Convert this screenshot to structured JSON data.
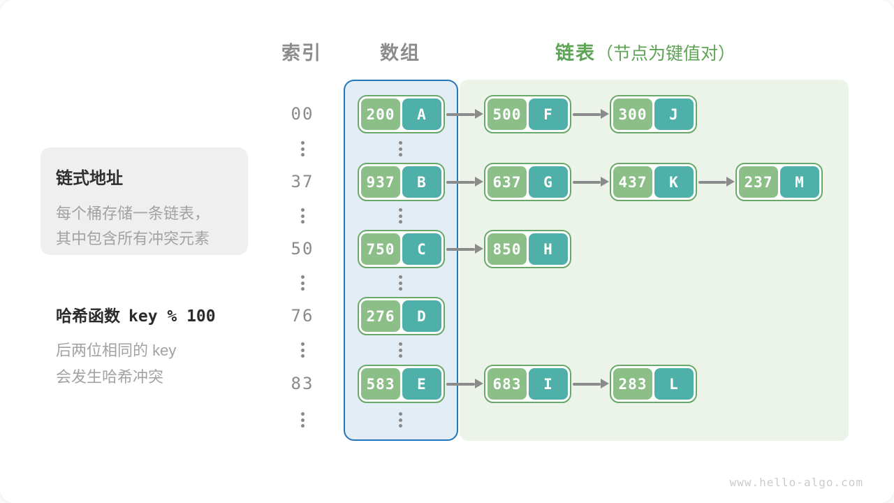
{
  "headers": {
    "index": "索引",
    "array": "数组",
    "list": "链表",
    "list_note": "（节点为键值对）"
  },
  "info_box": {
    "title": "链式地址",
    "lines": [
      "每个桶存储一条链表，",
      "其中包含所有冲突元素"
    ]
  },
  "hash_note": {
    "title": "哈希函数",
    "formula": "key % 100",
    "lines": [
      "后两位相同的 key",
      "会发生哈希冲突"
    ]
  },
  "rows": [
    {
      "index": "00",
      "bucket": {
        "key": "200",
        "value": "A"
      },
      "chain": [
        {
          "key": "500",
          "value": "F"
        },
        {
          "key": "300",
          "value": "J"
        }
      ]
    },
    {
      "index": "37",
      "bucket": {
        "key": "937",
        "value": "B"
      },
      "chain": [
        {
          "key": "637",
          "value": "G"
        },
        {
          "key": "437",
          "value": "K"
        },
        {
          "key": "237",
          "value": "M"
        }
      ]
    },
    {
      "index": "50",
      "bucket": {
        "key": "750",
        "value": "C"
      },
      "chain": [
        {
          "key": "850",
          "value": "H"
        }
      ]
    },
    {
      "index": "76",
      "bucket": {
        "key": "276",
        "value": "D"
      },
      "chain": []
    },
    {
      "index": "83",
      "bucket": {
        "key": "583",
        "value": "E"
      },
      "chain": [
        {
          "key": "683",
          "value": "I"
        },
        {
          "key": "283",
          "value": "L"
        }
      ]
    }
  ],
  "watermark": "www.hello-algo.com",
  "colors": {
    "key_box": "#8CBE88",
    "value_box": "#4FB0A9",
    "node_border": "#68A868",
    "array_bg": "#E2EDF6",
    "array_border": "#2476BC",
    "list_bg": "#ECF4EA",
    "accent_green": "#5FA356",
    "gray_text": "#8A8A8A"
  }
}
